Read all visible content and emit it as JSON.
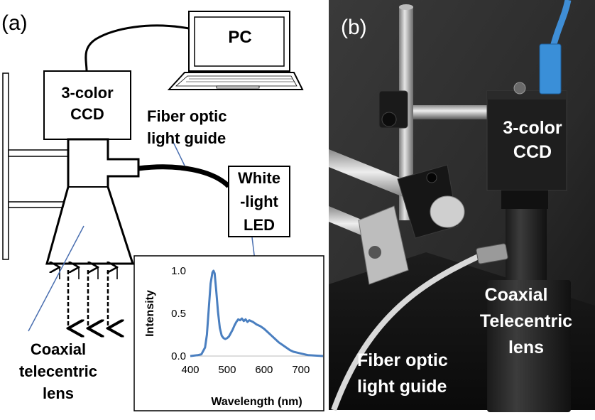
{
  "panel_a": {
    "label": "(a)",
    "pc": "PC",
    "ccd_line1": "3-color",
    "ccd_line2": "CCD",
    "fiber_line1": "Fiber optic",
    "fiber_line2": "light guide",
    "led_line1": "White",
    "led_line2": "-light",
    "led_line3": "LED",
    "lens_line1": "Coaxial",
    "lens_line2": "telecentric",
    "lens_line3": "lens"
  },
  "panel_b": {
    "label": "(b)",
    "ccd_line1": "3-color",
    "ccd_line2": "CCD",
    "lens_line1": "Coaxial",
    "lens_line2": "Telecentric",
    "lens_line3": "lens",
    "fiber_line1": "Fiber optic",
    "fiber_line2": "light guide"
  },
  "chart_data": {
    "type": "line",
    "xlabel": "Wavelength (nm)",
    "ylabel": "Intensity",
    "xlim": [
      400,
      760
    ],
    "ylim": [
      0,
      1.0
    ],
    "x_ticks": [
      "400",
      "500",
      "600",
      "700"
    ],
    "y_ticks": [
      "0.0",
      "0.5",
      "1.0"
    ],
    "grid": false,
    "color": "#4a7fc0",
    "series": [
      {
        "x": [
          400,
          420,
          430,
          440,
          445,
          450,
          455,
          460,
          463,
          466,
          470,
          475,
          480,
          485,
          490,
          495,
          500,
          505,
          510,
          515,
          520,
          525,
          530,
          535,
          540,
          545,
          550,
          555,
          560,
          570,
          580,
          590,
          600,
          610,
          620,
          630,
          640,
          650,
          660,
          670,
          680,
          690,
          700,
          720,
          740,
          760
        ],
        "y": [
          0.0,
          0.01,
          0.02,
          0.1,
          0.25,
          0.55,
          0.85,
          0.98,
          1.0,
          0.97,
          0.78,
          0.52,
          0.33,
          0.24,
          0.21,
          0.2,
          0.21,
          0.23,
          0.27,
          0.31,
          0.36,
          0.4,
          0.43,
          0.42,
          0.44,
          0.41,
          0.43,
          0.4,
          0.42,
          0.4,
          0.37,
          0.35,
          0.32,
          0.28,
          0.24,
          0.2,
          0.16,
          0.13,
          0.1,
          0.07,
          0.05,
          0.04,
          0.03,
          0.01,
          0.005,
          0.0
        ]
      }
    ]
  }
}
